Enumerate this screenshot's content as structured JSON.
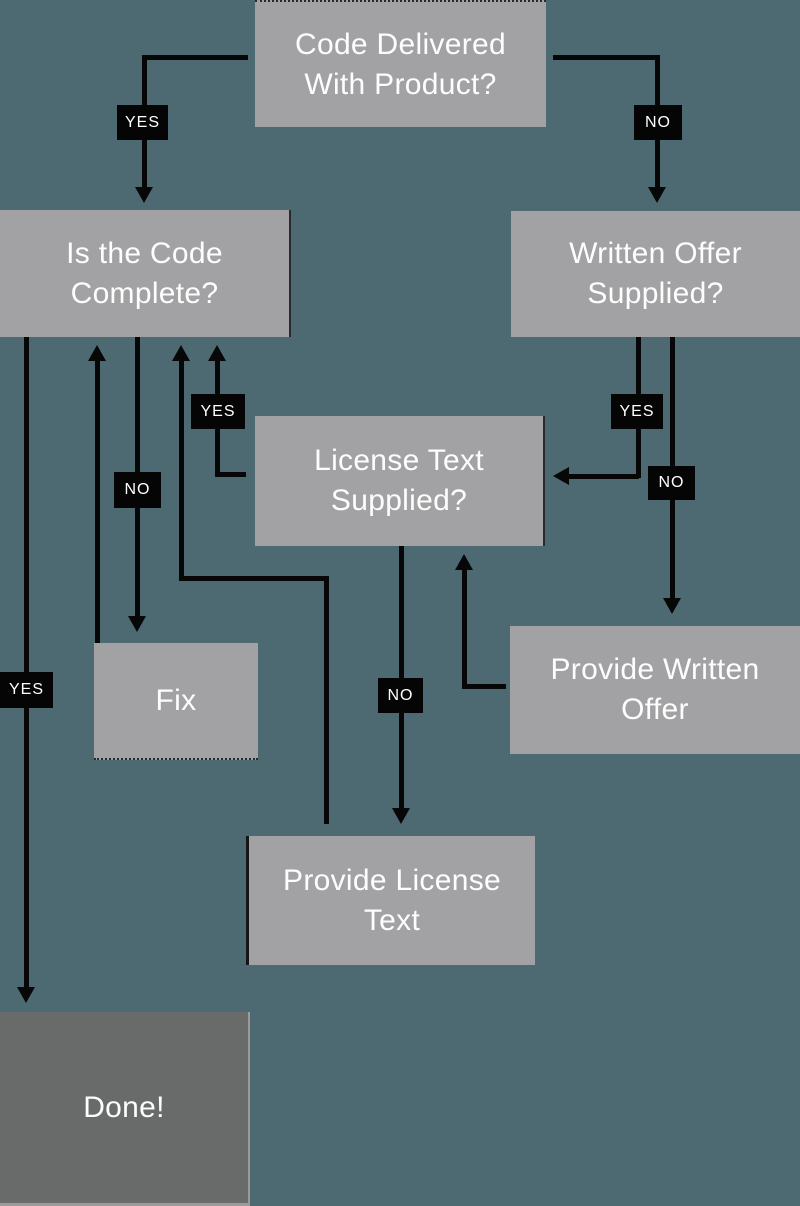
{
  "colors": {
    "background": "#4d6972",
    "node_fill": "#a2a2a4",
    "node_text": "#fdfdfd",
    "done_fill": "#696a6a",
    "connector": "#070707",
    "edge_label_bg": "#050505",
    "edge_label_text": "#ffffff"
  },
  "nodes": [
    {
      "id": "code-delivered",
      "label": "Code Delivered With Product?"
    },
    {
      "id": "is-code-complete",
      "label": "Is the Code Complete?"
    },
    {
      "id": "written-offer-supplied",
      "label": "Written Offer Supplied?"
    },
    {
      "id": "license-text-supplied",
      "label": "License Text Supplied?"
    },
    {
      "id": "fix",
      "label": "Fix"
    },
    {
      "id": "provide-written-offer",
      "label": "Provide Written Offer"
    },
    {
      "id": "provide-license-text",
      "label": "Provide License Text"
    },
    {
      "id": "done",
      "label": "Done!"
    }
  ],
  "edge_labels": [
    {
      "id": "code-delivered-yes",
      "label": "YES"
    },
    {
      "id": "code-delivered-no",
      "label": "NO"
    },
    {
      "id": "code-complete-yes",
      "label": "YES"
    },
    {
      "id": "code-complete-no",
      "label": "NO"
    },
    {
      "id": "license-supplied-yes",
      "label": "YES"
    },
    {
      "id": "license-supplied-no",
      "label": "NO"
    },
    {
      "id": "written-offer-yes",
      "label": "YES"
    },
    {
      "id": "written-offer-no",
      "label": "NO"
    }
  ]
}
